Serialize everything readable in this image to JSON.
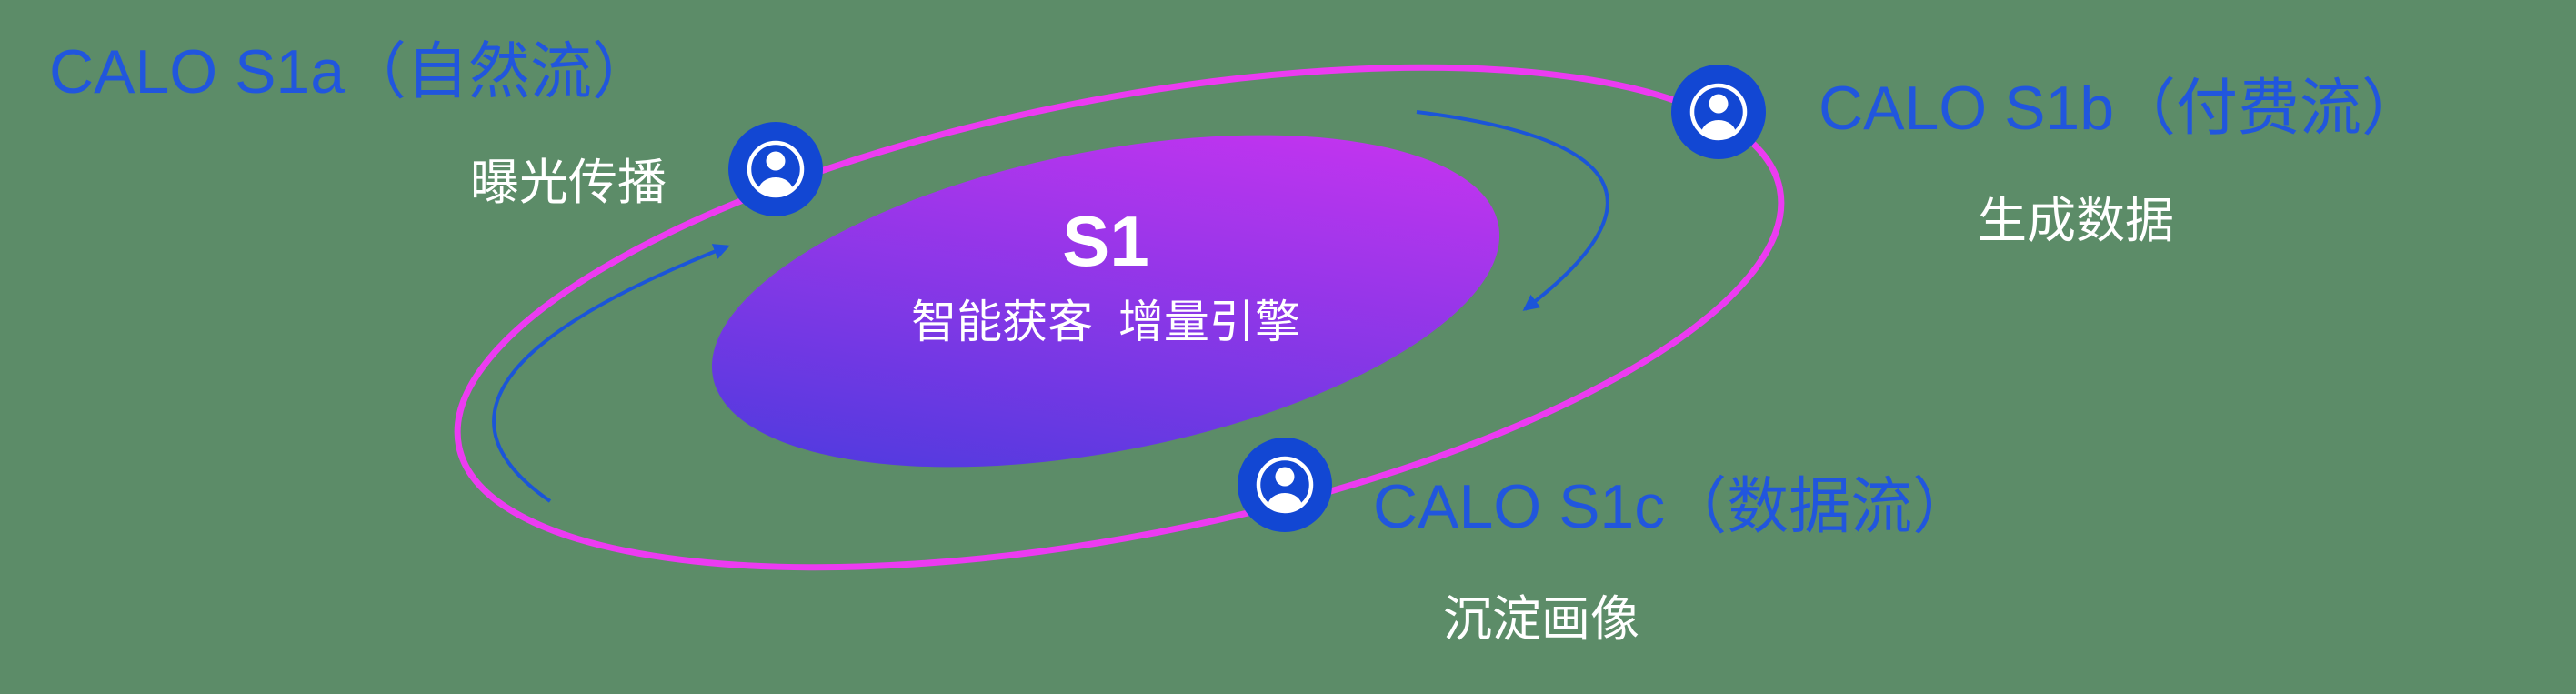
{
  "diagram": {
    "center": {
      "title": "S1",
      "subtitle": "智能获客  增量引擎"
    },
    "nodes": [
      {
        "id": "s1a",
        "title": "CALO S1a（自然流）",
        "subtitle": "曝光传播",
        "icon": "user-icon"
      },
      {
        "id": "s1b",
        "title": "CALO S1b（付费流）",
        "subtitle": "生成数据",
        "icon": "user-icon"
      },
      {
        "id": "s1c",
        "title": "CALO S1c（数据流）",
        "subtitle": "沉淀画像",
        "icon": "user-icon"
      }
    ],
    "colors": {
      "background": "#5c8c68",
      "title_blue": "#2156dd",
      "subtitle_white": "#ffffff",
      "ring_magenta": "#ec3bf1",
      "node_blue": "#1247d3",
      "icon_white": "#ffffff",
      "arrow_blue": "#1b55d8",
      "core_gradient_start": "#3f3bdc",
      "core_gradient_end": "#d633f2"
    }
  }
}
